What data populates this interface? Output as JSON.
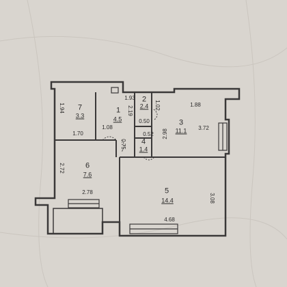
{
  "rooms": [
    {
      "number": "7",
      "area": "3.3"
    },
    {
      "number": "1",
      "area": "4.5"
    },
    {
      "number": "2",
      "area": "2.4"
    },
    {
      "number": "3",
      "area": "11.1"
    },
    {
      "number": "4",
      "area": "1.4"
    },
    {
      "number": "6",
      "area": "7.6"
    },
    {
      "number": "5",
      "area": "14.4"
    }
  ],
  "dimensions": {
    "d_1_94": "1.94",
    "d_1_70": "1.70",
    "d_1_93": "1.93",
    "d_1_08": "1.08",
    "d_1_02": "1.02",
    "d_1_88": "1.88",
    "d_3_72": "3.72",
    "d_2_98": "2.98",
    "d_0_50": "0.50",
    "d_0_52": "0.52",
    "d_2_72": "2.72",
    "d_2_78": "2.78",
    "d_3_08": "3.08",
    "d_4_68": "4.68",
    "d_2_19": "2.19",
    "d_0_75": "0.75"
  },
  "colors": {
    "paper": "#d9d5cf",
    "ink": "#3a3838",
    "fill": "#cfc9c1"
  }
}
